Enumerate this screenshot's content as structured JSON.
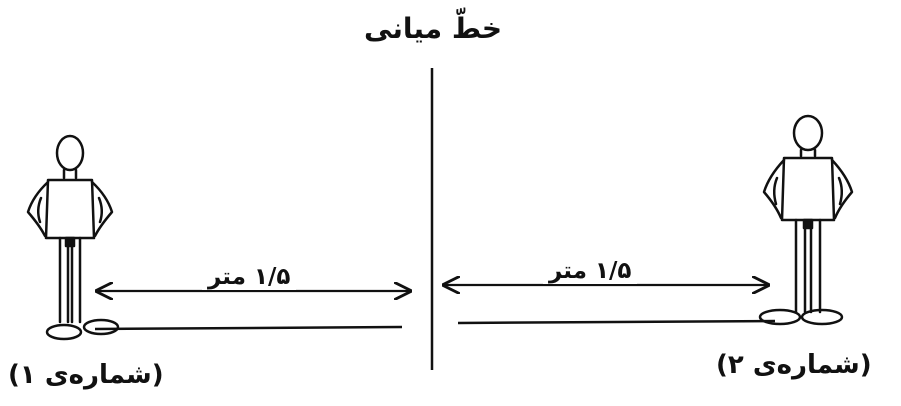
{
  "diagram": {
    "title": "خطّ میانی",
    "left_distance": "۱/۵ متر",
    "right_distance": "۱/۵ متر",
    "person_left_label": "(شماره‌ی ۱)",
    "person_right_label": "(شماره‌ی ۲)",
    "colors": {
      "ink": "#111111",
      "background": "#ffffff"
    }
  }
}
